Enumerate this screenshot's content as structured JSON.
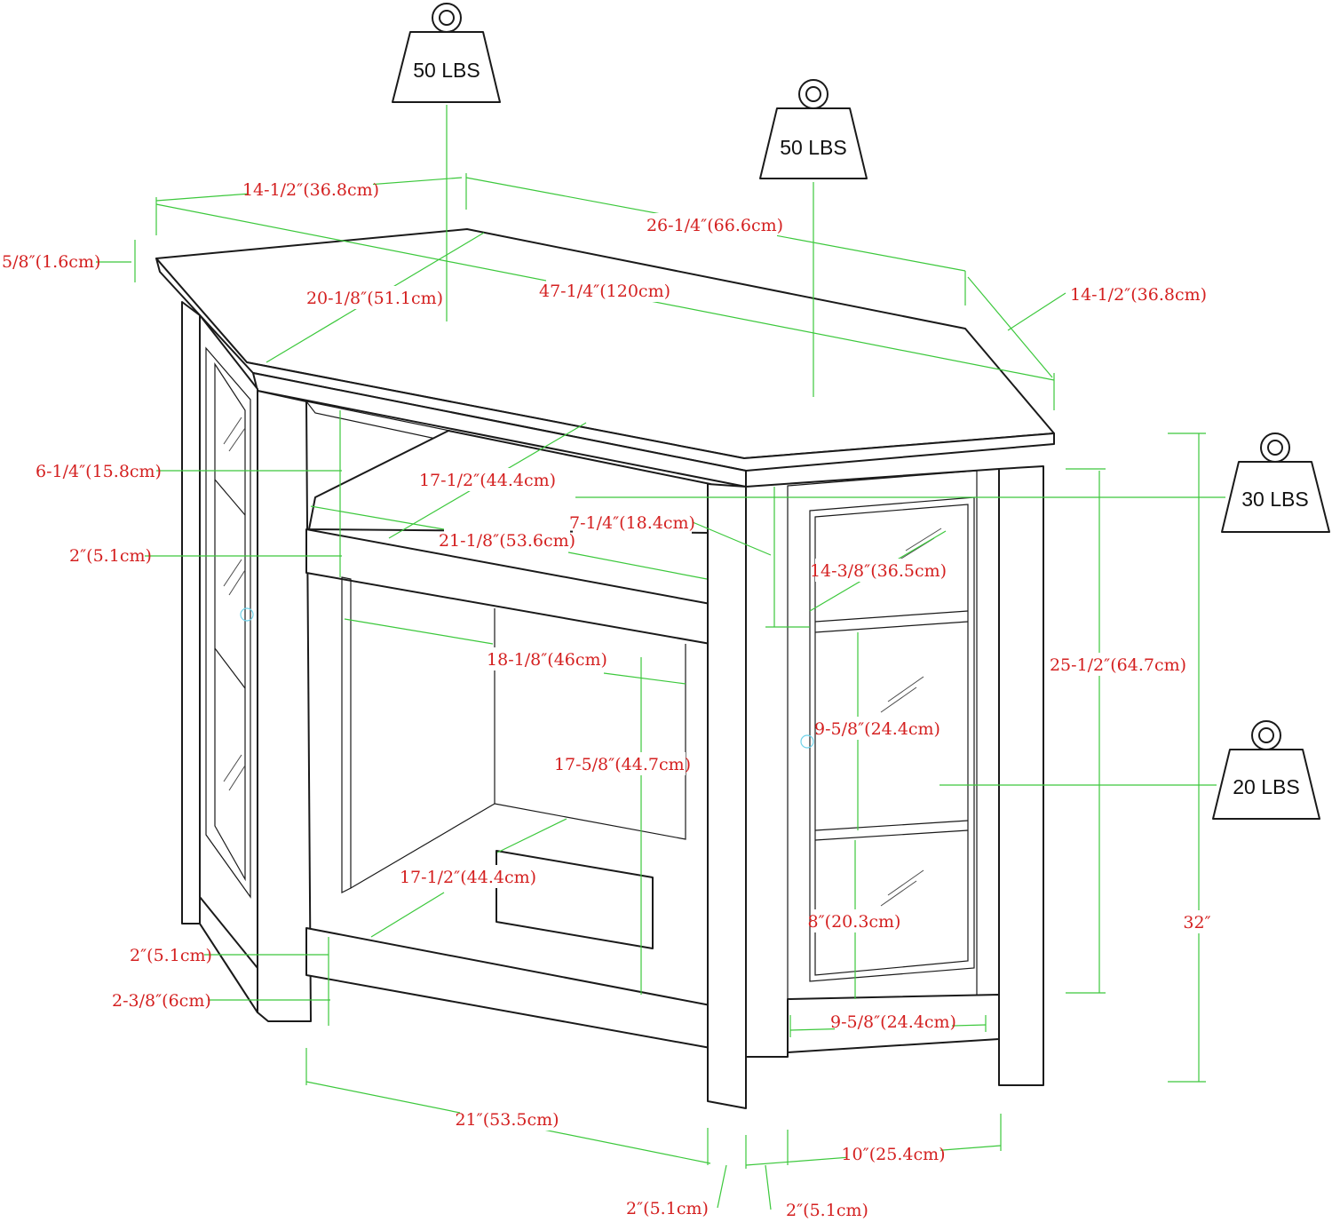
{
  "weights": {
    "top_left": "50 LBS",
    "top_right": "50 LBS",
    "cabinet_shelf": "30 LBS",
    "cabinet_lower": "20 LBS"
  },
  "dimensions": {
    "top_left_edge": "14-1/2″(36.8cm)",
    "top_back_edge": "26-1/4″(66.6cm)",
    "top_thickness": "5/8″(1.6cm)",
    "top_depth": "20-1/8″(51.1cm)",
    "top_width": "47-1/4″(120cm)",
    "top_right_edge": "14-1/2″(36.8cm)",
    "upper_opening_height": "6-1/4″(15.8cm)",
    "upper_shelf_depth": "17-1/2″(44.4cm)",
    "rail_height": "2″(5.1cm)",
    "inner_width": "21-1/8″(53.6cm)",
    "apron_drop": "7-1/4″(18.4cm)",
    "cabinet_shelf_depth": "14-3/8″(36.5cm)",
    "cabinet_height": "25-1/2″(64.7cm)",
    "opening_width": "18-1/8″(46cm)",
    "opening_height": "17-5/8″(44.7cm)",
    "cabinet_shelf_gap": "9-5/8″(24.4cm)",
    "base_depth": "17-1/2″(44.4cm)",
    "total_height": "32″",
    "cabinet_bottom_gap": "8″(20.3cm)",
    "bottom_rail": "2″(5.1cm)",
    "leg_clearance": "2-3/8″(6cm)",
    "cabinet_door_width": "9-5/8″(24.4cm)",
    "front_width": "21″(53.5cm)",
    "cabinet_width": "10″(25.4cm)",
    "leg_left": "2″(5.1cm)",
    "leg_right": "2″(5.1cm)"
  }
}
